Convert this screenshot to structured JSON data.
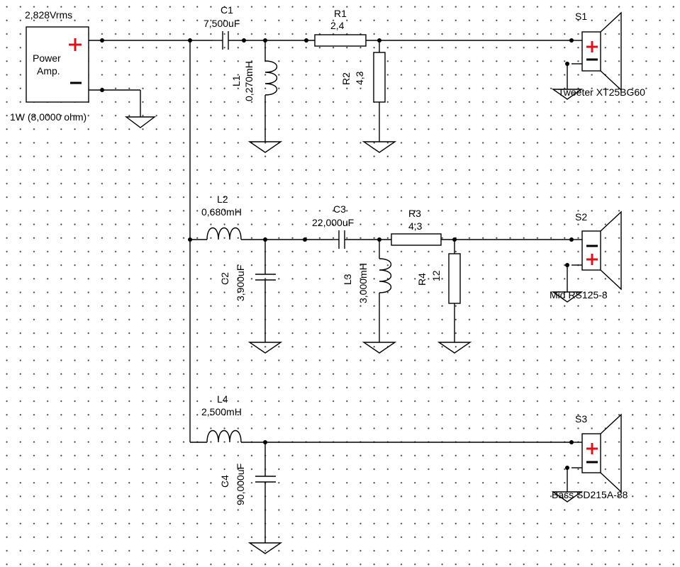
{
  "amp": {
    "voltage": "2,828Vrms",
    "name_line1": "Power",
    "name_line2": "Amp.",
    "power": "1W (8,0000 ohm)"
  },
  "components": {
    "C1": {
      "ref": "C1",
      "value": "7,500uF"
    },
    "R1": {
      "ref": "R1",
      "value": "2,4"
    },
    "L1": {
      "ref": "L1",
      "value": "0,270mH"
    },
    "R2": {
      "ref": "R2",
      "value": "4,3"
    },
    "L2": {
      "ref": "L2",
      "value": "0,680mH"
    },
    "C3": {
      "ref": "C3",
      "value": "22,000uF"
    },
    "R3": {
      "ref": "R3",
      "value": "4,3"
    },
    "C2": {
      "ref": "C2",
      "value": "3,900uF"
    },
    "L3": {
      "ref": "L3",
      "value": "3,000mH"
    },
    "R4": {
      "ref": "R4",
      "value": "12"
    },
    "L4": {
      "ref": "L4",
      "value": "2,500mH"
    },
    "C4": {
      "ref": "C4",
      "value": "90,000uF"
    }
  },
  "speakers": {
    "S1": {
      "ref": "S1",
      "name": "Tweeter XT25BG60"
    },
    "S2": {
      "ref": "S2",
      "name": "Mid RS125-8"
    },
    "S3": {
      "ref": "S3",
      "name": "Bass SD215A-88"
    }
  },
  "colors": {
    "plus": "#e0101a",
    "wire": "#000000",
    "grid_dot": "#444444"
  }
}
